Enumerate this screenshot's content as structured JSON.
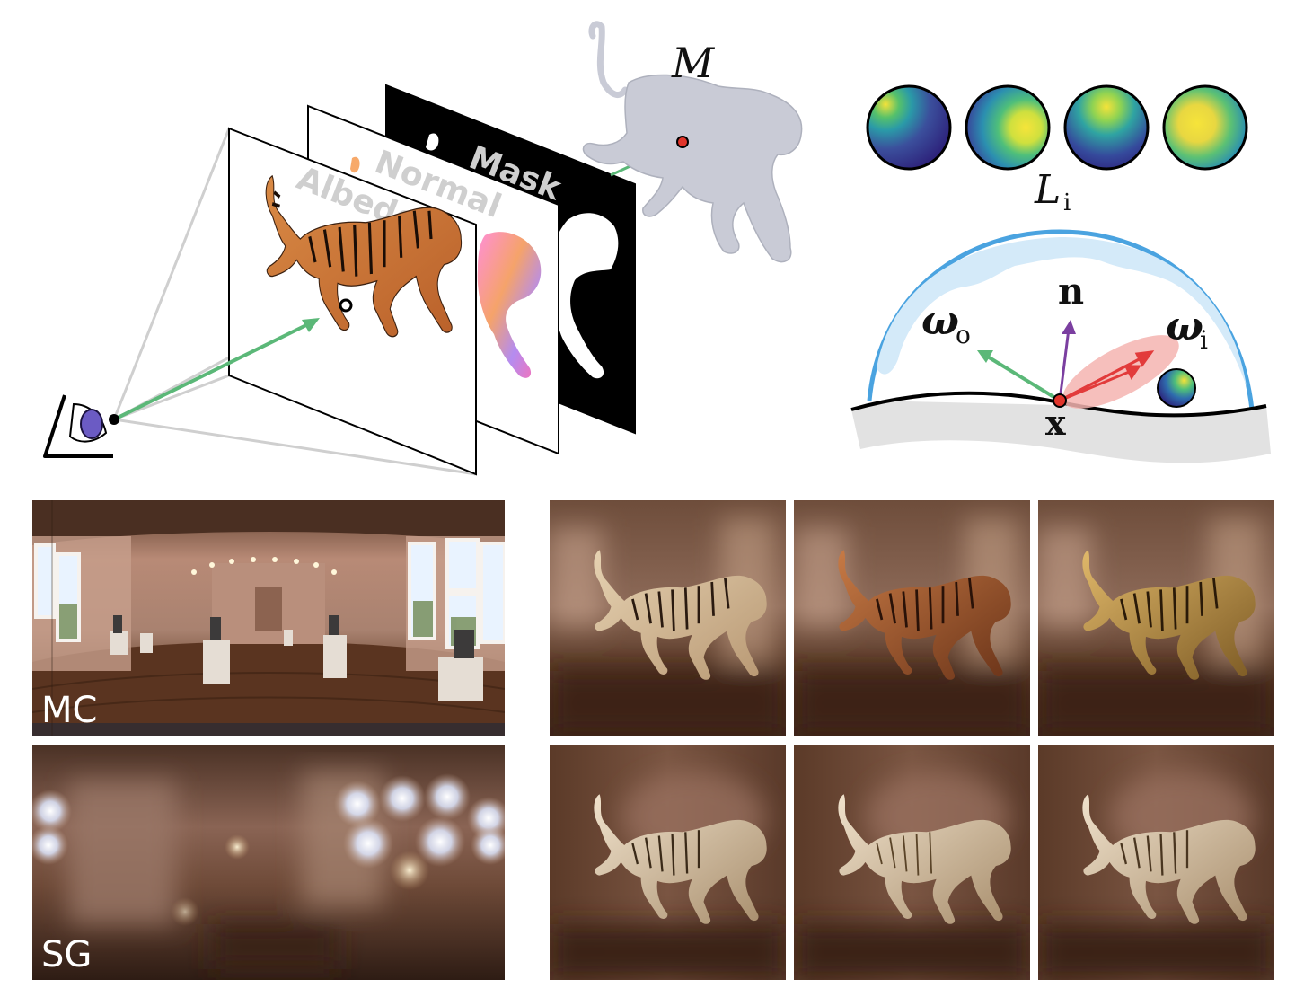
{
  "top": {
    "layers": {
      "albedo": "Albedo",
      "normal": "Normal",
      "mask": "Mask"
    },
    "mesh_symbol": "M",
    "light_symbol": "L",
    "light_subscript": "i",
    "diagram": {
      "normal_label": "n",
      "omega_symbol": "ω",
      "omega_out_sub": "o",
      "omega_in_sub": "i",
      "point_label": "x"
    }
  },
  "bottom": {
    "env_maps": [
      {
        "label": "MC"
      },
      {
        "label": "SG"
      }
    ]
  },
  "colors": {
    "green_ray": "#5bb878",
    "red_point": "#e0352b",
    "sky_blue": "#4aa3e0",
    "purple_normal": "#7b3fa0",
    "red_lobe": "#e23b3b",
    "sphere_dark": "#3b2f8a",
    "sphere_bright": "#f4e23a",
    "room_brown": "#6b4530"
  }
}
